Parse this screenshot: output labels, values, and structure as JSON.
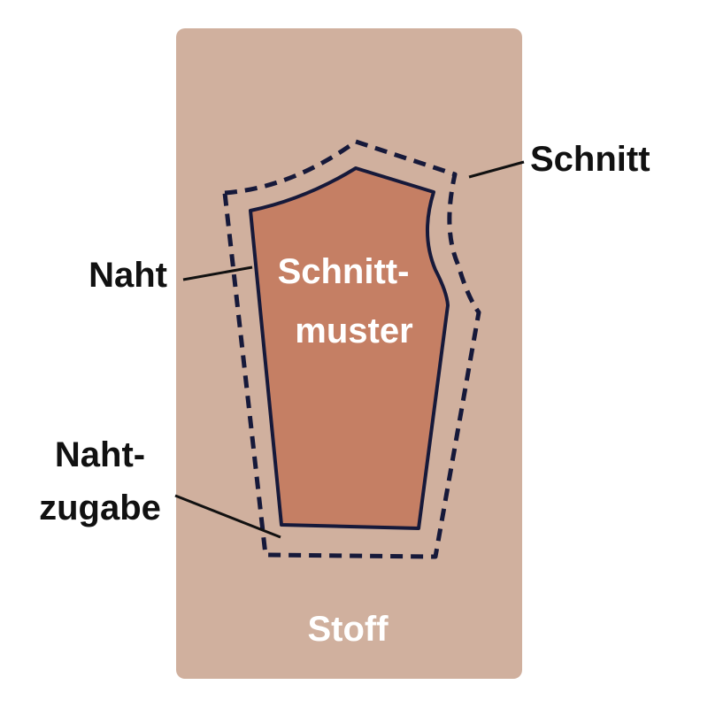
{
  "labels": {
    "cut": "Schnitt",
    "seam": "Naht",
    "seam_allowance_line1": "Naht-",
    "seam_allowance_line2": "zugabe",
    "pattern_line1": "Schnitt-",
    "pattern_line2": "muster",
    "fabric": "Stoff"
  },
  "colors": {
    "fabric": "#D0B09E",
    "pattern": "#C57F64",
    "outline": "#16193A",
    "text_dark": "#111111",
    "text_light": "#FFFFFF"
  }
}
